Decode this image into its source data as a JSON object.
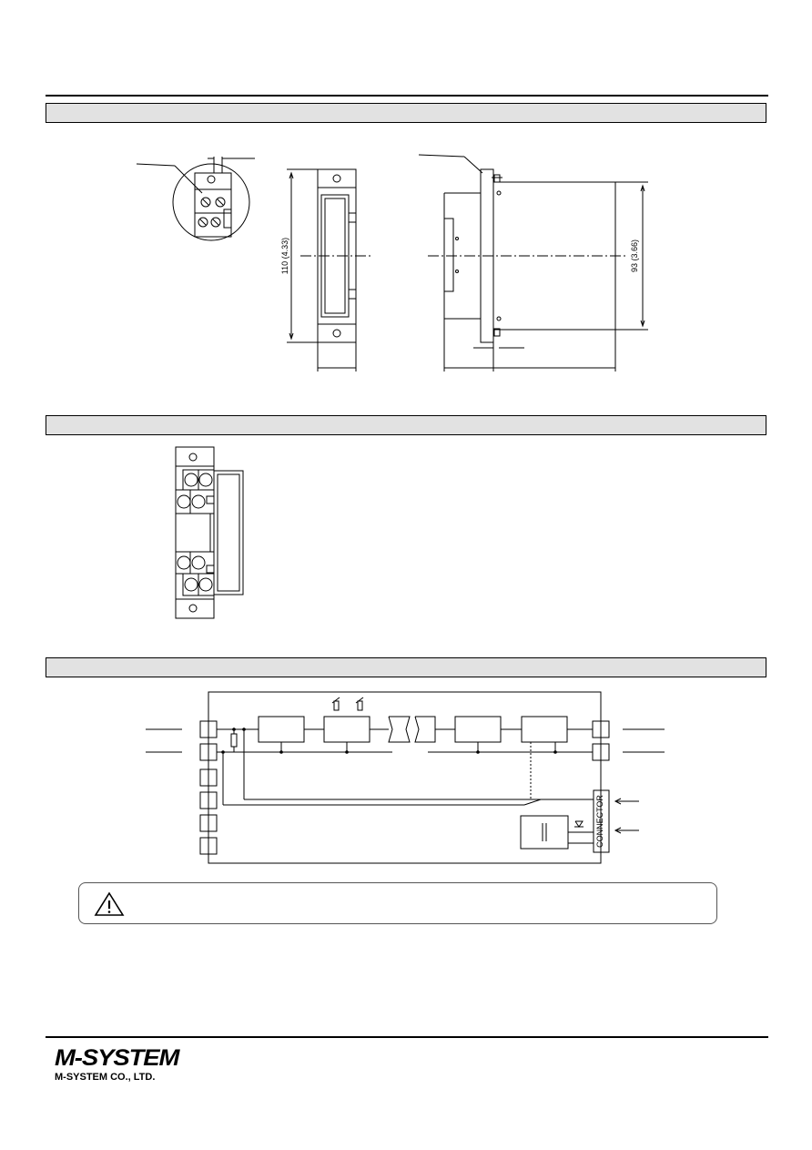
{
  "dimensions": {
    "height_mm": "110 (4.33)",
    "depth_mm": "93 (3.66)"
  },
  "block_diagram": {
    "connector_label": "CONNECTOR"
  },
  "footer": {
    "brand": "M-SYSTEM",
    "company": "M-SYSTEM CO., LTD."
  },
  "colors": {
    "section_bar": "#e2e2e2",
    "line": "#000000"
  },
  "icons": {
    "caution": "warning-triangle-icon"
  }
}
